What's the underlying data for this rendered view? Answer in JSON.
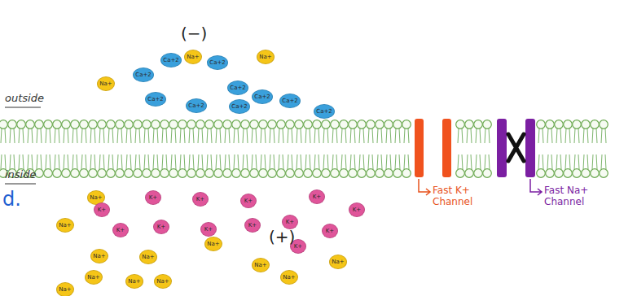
{
  "diagram": {
    "nodes": [
      {
        "text": [
          "Na+"
        ]
      },
      {
        "text": [
          "Na+"
        ]
      },
      {
        "text": [
          "Ca+2"
        ]
      },
      {
        "text": [
          "Ca+2"
        ]
      },
      {
        "text": [
          "Ca+2"
        ]
      },
      {
        "text": [
          "Na+"
        ]
      },
      {
        "text": [
          "Ca+2"
        ]
      },
      {
        "text": [
          "Ca+2"
        ]
      },
      {
        "text": [
          "Ca+2"
        ]
      },
      {
        "text": [
          "Ca+2"
        ]
      },
      {
        "text": [
          "Ca+2"
        ]
      },
      {
        "text": [
          "Ca+2"
        ]
      },
      {
        "text": [
          "Ca+2"
        ]
      },
      {
        "text": [
          "K+"
        ]
      },
      {
        "text": [
          "Na+"
        ]
      },
      {
        "text": [
          "K+"
        ]
      },
      {
        "text": [
          "K+"
        ]
      },
      {
        "text": [
          "K+"
        ]
      },
      {
        "text": [
          "K+"
        ]
      },
      {
        "text": [
          "K+"
        ]
      },
      {
        "text": [
          "Na+"
        ]
      },
      {
        "text": [
          "K+"
        ]
      },
      {
        "text": [
          "K+"
        ]
      },
      {
        "text": [
          "K+"
        ]
      },
      {
        "text": [
          "K+"
        ]
      },
      {
        "text": [
          "K+"
        ]
      },
      {
        "text": [
          "K+"
        ]
      },
      {
        "text": [
          "Na+"
        ]
      },
      {
        "text": [
          "K+"
        ]
      },
      {
        "text": [
          "Na+"
        ]
      },
      {
        "text": [
          "Na+"
        ]
      },
      {
        "text": [
          "Na+"
        ]
      },
      {
        "text": [
          "Na+"
        ]
      },
      {
        "text": [
          "Na+"
        ]
      },
      {
        "text": [
          "Na+"
        ]
      },
      {
        "text": [
          "Na+"
        ]
      },
      {
        "text": [
          "Na+"
        ]
      },
      {
        "text": [
          "Na+"
        ]
      }
    ],
    "labels": [
      "(−)",
      "outside",
      "inside",
      "(+)",
      "Fast K+ Channel",
      "Fast Na+ Channel",
      "d."
    ]
  }
}
